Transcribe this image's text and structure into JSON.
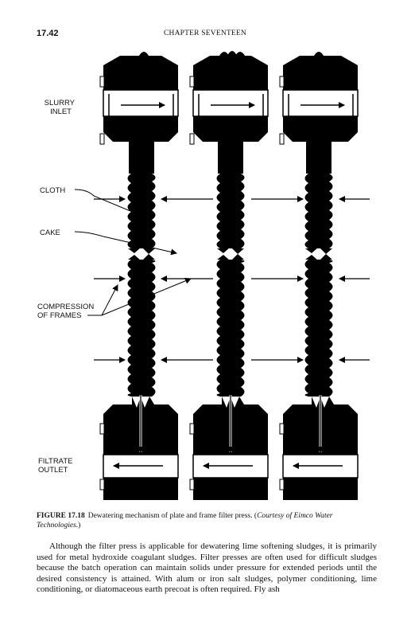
{
  "header": {
    "page_number": "17.42",
    "chapter_title": "CHAPTER SEVENTEEN"
  },
  "figure": {
    "labels": {
      "slurry_inlet_1": "SLURRY",
      "slurry_inlet_2": "INLET",
      "cloth": "CLOTH",
      "cake": "CAKE",
      "compression_1": "COMPRESSION",
      "compression_2": "OF FRAMES",
      "filtrate_1": "FILTRATE",
      "filtrate_2": "OUTLET"
    }
  },
  "caption": {
    "figure_number": "FIGURE 17.18",
    "text": "Dewatering mechanism of plate and frame filter press. (",
    "credit": "Courtesy of Eimco Water Technologies.",
    "closing": ")"
  },
  "body": {
    "paragraph": "Although the filter press is applicable for dewatering lime softening sludges, it is primarily used for metal hydroxide coagulant sludges. Filter presses are often used for difficult sludges because the batch operation can maintain solids under pressure for extended periods until the desired consistency is attained. With alum or iron salt sludges, polymer conditioning, lime conditioning, or diatomaceous earth precoat is often required. Fly ash"
  }
}
